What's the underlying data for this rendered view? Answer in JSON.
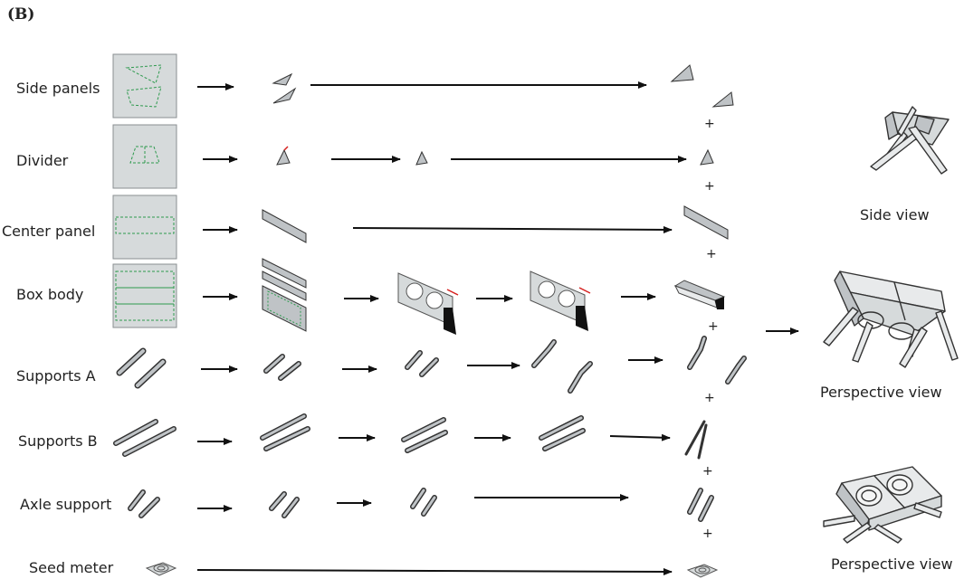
{
  "figure_label": "(B)",
  "rows": [
    {
      "label": "Side panels"
    },
    {
      "label": "Divider"
    },
    {
      "label": "Center panel"
    },
    {
      "label": "Box body"
    },
    {
      "label": "Supports A"
    },
    {
      "label": "Supports B"
    },
    {
      "label": "Axle support"
    },
    {
      "label": "Seed meter"
    }
  ],
  "plus_symbol": "+",
  "views": [
    {
      "label": "Side view"
    },
    {
      "label": "Perspective view"
    },
    {
      "label": "Perspective view"
    }
  ],
  "colors": {
    "sheet_fill": "#d6dadb",
    "sheet_border": "#8a8f92",
    "cut_line": "#2e9a4e",
    "part_fill": "#bfc3c6",
    "part_stroke": "#333333",
    "arrow": "#111111",
    "highlight": "#d6201f"
  }
}
